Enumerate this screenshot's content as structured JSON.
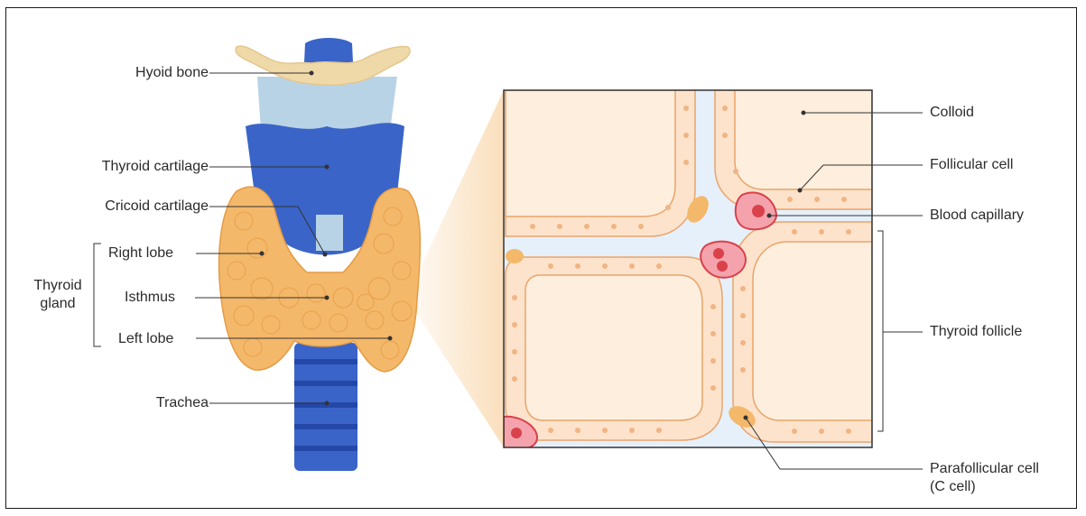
{
  "labels": {
    "hyoid_bone": "Hyoid bone",
    "thyroid_cartilage": "Thyroid cartilage",
    "cricoid_cartilage": "Cricoid cartilage",
    "right_lobe": "Right lobe",
    "isthmus": "Isthmus",
    "left_lobe": "Left lobe",
    "thyroid_gland_line1": "Thyroid",
    "thyroid_gland_line2": "gland",
    "trachea": "Trachea",
    "colloid": "Colloid",
    "follicular_cell": "Follicular cell",
    "blood_capillary": "Blood capillary",
    "thyroid_follicle": "Thyroid follicle",
    "parafollicular_line1": "Parafollicular cell",
    "parafollicular_line2": "(C cell)"
  },
  "colors": {
    "cartilage_blue": "#3a64c8",
    "cartilage_light": "#b9d3e6",
    "hyoid": "#f0d9a8",
    "gland_orange": "#f4b86a",
    "follicle_cell": "#fde3cc",
    "colloid": "#fdeedd",
    "interstitium": "#e6f0fa",
    "blood": "#d9414b"
  }
}
